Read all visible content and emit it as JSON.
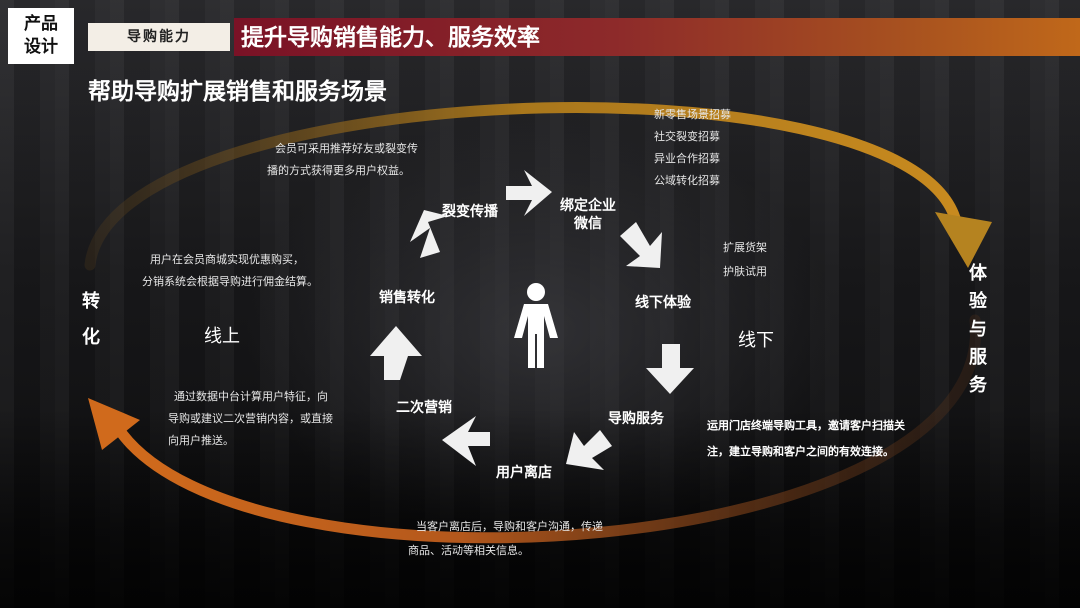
{
  "header": {
    "badge_line1": "产品",
    "badge_line2": "设计",
    "section": "导购能力",
    "title": "提升导购销售能力、服务效率"
  },
  "subtitle": "帮助导购扩展销售和服务场景",
  "colors": {
    "header_start": "#7a1226",
    "header_end": "#c0681a",
    "arc_gold": "#a9771c",
    "arc_orange": "#c8631c",
    "arrow_white": "#f2f2f2"
  },
  "sides": {
    "left_vertical": [
      "转",
      "化"
    ],
    "right_vertical": [
      "体",
      "验",
      "与",
      "服",
      "务"
    ],
    "online": "线上",
    "offline": "线下"
  },
  "steps": {
    "fission": "裂变传播",
    "bind_wechat_line1": "绑定企业",
    "bind_wechat_line2": "微信",
    "offline_experience": "线下体验",
    "guide_service": "导购服务",
    "customer_leaves": "用户离店",
    "second_marketing": "二次营销",
    "sales_conversion": "销售转化"
  },
  "descriptions": {
    "fission_line1": "会员可采用推荐好友或裂变传",
    "fission_line2": "播的方式获得更多用户权益。",
    "recruit": [
      "新零售场景招募",
      "社交裂变招募",
      "异业合作招募",
      "公域转化招募"
    ],
    "experience": [
      "扩展货架",
      "护肤试用"
    ],
    "guide_line1": "运用门店终端导购工具，邀请客户扫描关",
    "guide_line2": "注，建立导购和客户之间的有效连接。",
    "leave_line1": "当客户离店后，导购和客户沟通，传递",
    "leave_line2": "商品、活动等相关信息。",
    "second_line1": "通过数据中台计算用户特征，向",
    "second_line2": "导购或建议二次营销内容，或直接",
    "second_line3": "向用户推送。",
    "conversion_line1": "用户在会员商城实现优惠购买，",
    "conversion_line2": "分销系统会根据导购进行佣金结算。"
  },
  "icons": {
    "center": "person-icon"
  }
}
